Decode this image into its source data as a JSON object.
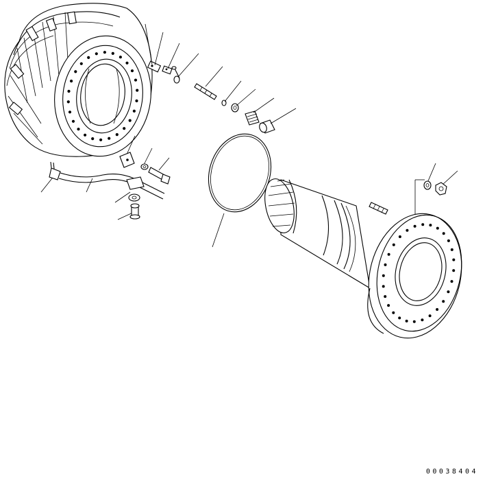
{
  "figure": {
    "number": "00038404"
  },
  "parts": {
    "wheel_hub": "wheel-hub-housing",
    "spindle": "axle-spindle",
    "o_ring": "o-ring-seal",
    "hose": "brake-hose",
    "small_parts": [
      "elbow-fitting",
      "bolt",
      "washer",
      "clip",
      "bleed-valve",
      "adapter",
      "cap",
      "nut"
    ]
  }
}
